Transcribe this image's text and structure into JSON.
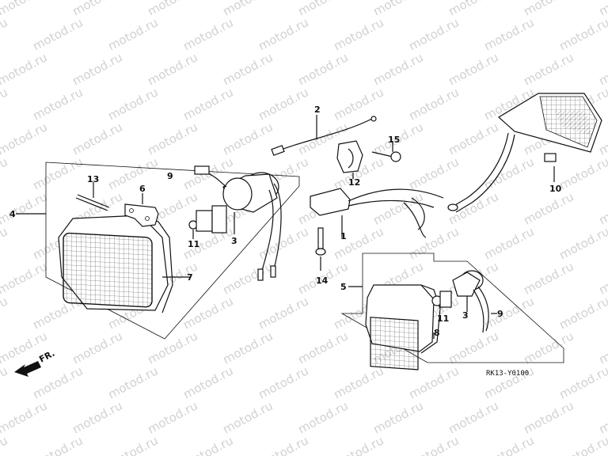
{
  "watermark": "motod.ru",
  "diagram_code": "RK13-Y0100",
  "front_label": "FR.",
  "callouts": {
    "c1": "1",
    "c2": "2",
    "c3a": "3",
    "c3b": "3",
    "c4": "4",
    "c5": "5",
    "c6": "6",
    "c7": "7",
    "c8": "8",
    "c9a": "9",
    "c9b": "9",
    "c10": "10",
    "c11a": "11",
    "c11b": "11",
    "c12": "12",
    "c13": "13",
    "c14": "14",
    "c15": "15"
  }
}
